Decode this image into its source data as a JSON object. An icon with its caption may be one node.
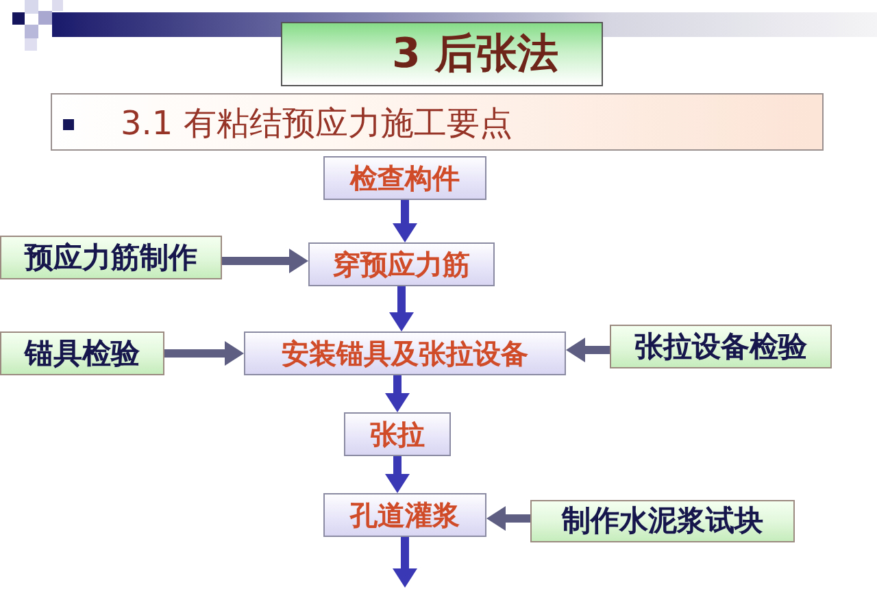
{
  "diagram": {
    "title": "3 后张法",
    "nodes": [
      {
        "text": [
          "3.1 有粘结预应力施工要点"
        ]
      },
      {
        "text": [
          "检查构件"
        ]
      },
      {
        "text": [
          "预应力筋制作"
        ]
      },
      {
        "text": [
          "穿预应力筋"
        ]
      },
      {
        "text": [
          "锚具检验"
        ]
      },
      {
        "text": [
          "安装锚具及张拉设备"
        ]
      },
      {
        "text": [
          "张拉设备检验"
        ]
      },
      {
        "text": [
          "张拉"
        ]
      },
      {
        "text": [
          "孔道灌浆"
        ]
      },
      {
        "text": [
          "制作水泥浆试块"
        ]
      }
    ],
    "edges": [
      {
        "from": 1,
        "to": 3,
        "arrow": "to"
      },
      {
        "from": 2,
        "to": 3,
        "arrow": "to",
        "color": "#5e5e82"
      },
      {
        "from": 3,
        "to": 5,
        "arrow": "to"
      },
      {
        "from": 4,
        "to": 5,
        "arrow": "to",
        "color": "#5e5e82"
      },
      {
        "from": 6,
        "to": 5,
        "arrow": "to",
        "color": "#5e5e82"
      },
      {
        "from": 5,
        "to": 7,
        "arrow": "to"
      },
      {
        "from": 7,
        "to": 8,
        "arrow": "to"
      },
      {
        "from": 9,
        "to": 8,
        "arrow": "to",
        "color": "#5e5e82"
      },
      {
        "from": 8,
        "to": null,
        "arrow": "to"
      }
    ]
  }
}
